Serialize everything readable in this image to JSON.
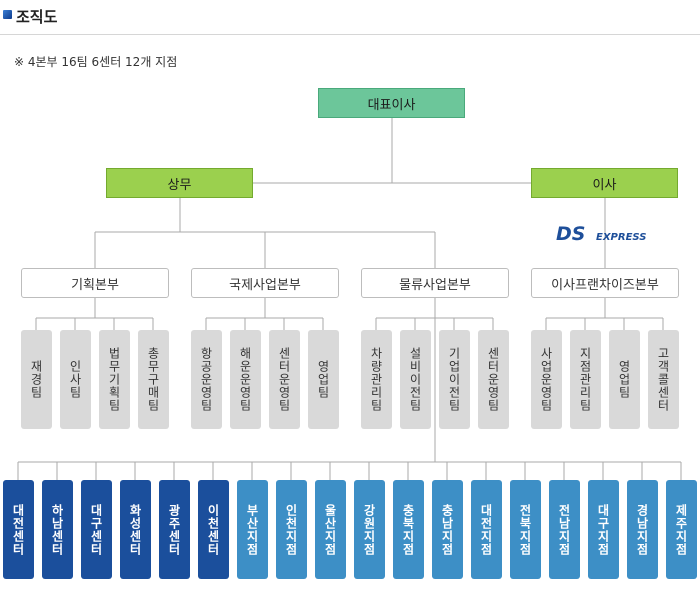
{
  "title": "조직도",
  "note": "※ 4본부 16팀 6센터 12개 지점",
  "ceo": "대표이사",
  "executives": [
    "상무",
    "이사"
  ],
  "logo": {
    "mark": "DS",
    "text": "EXPRESS",
    "color": "#1e4f9a"
  },
  "divisions": [
    {
      "name": "기획본부",
      "teams": [
        "재경팀",
        "인사팀",
        "법무기획팀",
        "총무구매팀"
      ]
    },
    {
      "name": "국제사업본부",
      "teams": [
        "항공운영팀",
        "해운운영팀",
        "센터운영팀",
        "영업팀"
      ]
    },
    {
      "name": "물류사업본부",
      "teams": [
        "차량관리팀",
        "설비이전팀",
        "기업이전팀",
        "센터운영팀"
      ]
    },
    {
      "name": "이사프랜차이즈본부",
      "teams": [
        "사업운영팀",
        "지점관리팀",
        "영업팀",
        "고객콜센터"
      ]
    }
  ],
  "branches": [
    {
      "name": "대전센터",
      "kind": "center"
    },
    {
      "name": "하남센터",
      "kind": "center"
    },
    {
      "name": "대구센터",
      "kind": "center"
    },
    {
      "name": "화성센터",
      "kind": "center"
    },
    {
      "name": "광주센터",
      "kind": "center"
    },
    {
      "name": "이천센터",
      "kind": "center"
    },
    {
      "name": "부산지점",
      "kind": "office"
    },
    {
      "name": "인천지점",
      "kind": "office"
    },
    {
      "name": "울산지점",
      "kind": "office"
    },
    {
      "name": "강원지점",
      "kind": "office"
    },
    {
      "name": "충북지점",
      "kind": "office"
    },
    {
      "name": "충남지점",
      "kind": "office"
    },
    {
      "name": "대전지점",
      "kind": "office"
    },
    {
      "name": "전북지점",
      "kind": "office"
    },
    {
      "name": "전남지점",
      "kind": "office"
    },
    {
      "name": "대구지점",
      "kind": "office"
    },
    {
      "name": "경남지점",
      "kind": "office"
    },
    {
      "name": "제주지점",
      "kind": "office"
    }
  ],
  "colors": {
    "ceo": "#6cc69a",
    "executive": "#9bd04e",
    "team": "#d9d9d9",
    "center": "#1b4f9c",
    "office": "#3d8fc6",
    "line": "#aaaaaa"
  }
}
